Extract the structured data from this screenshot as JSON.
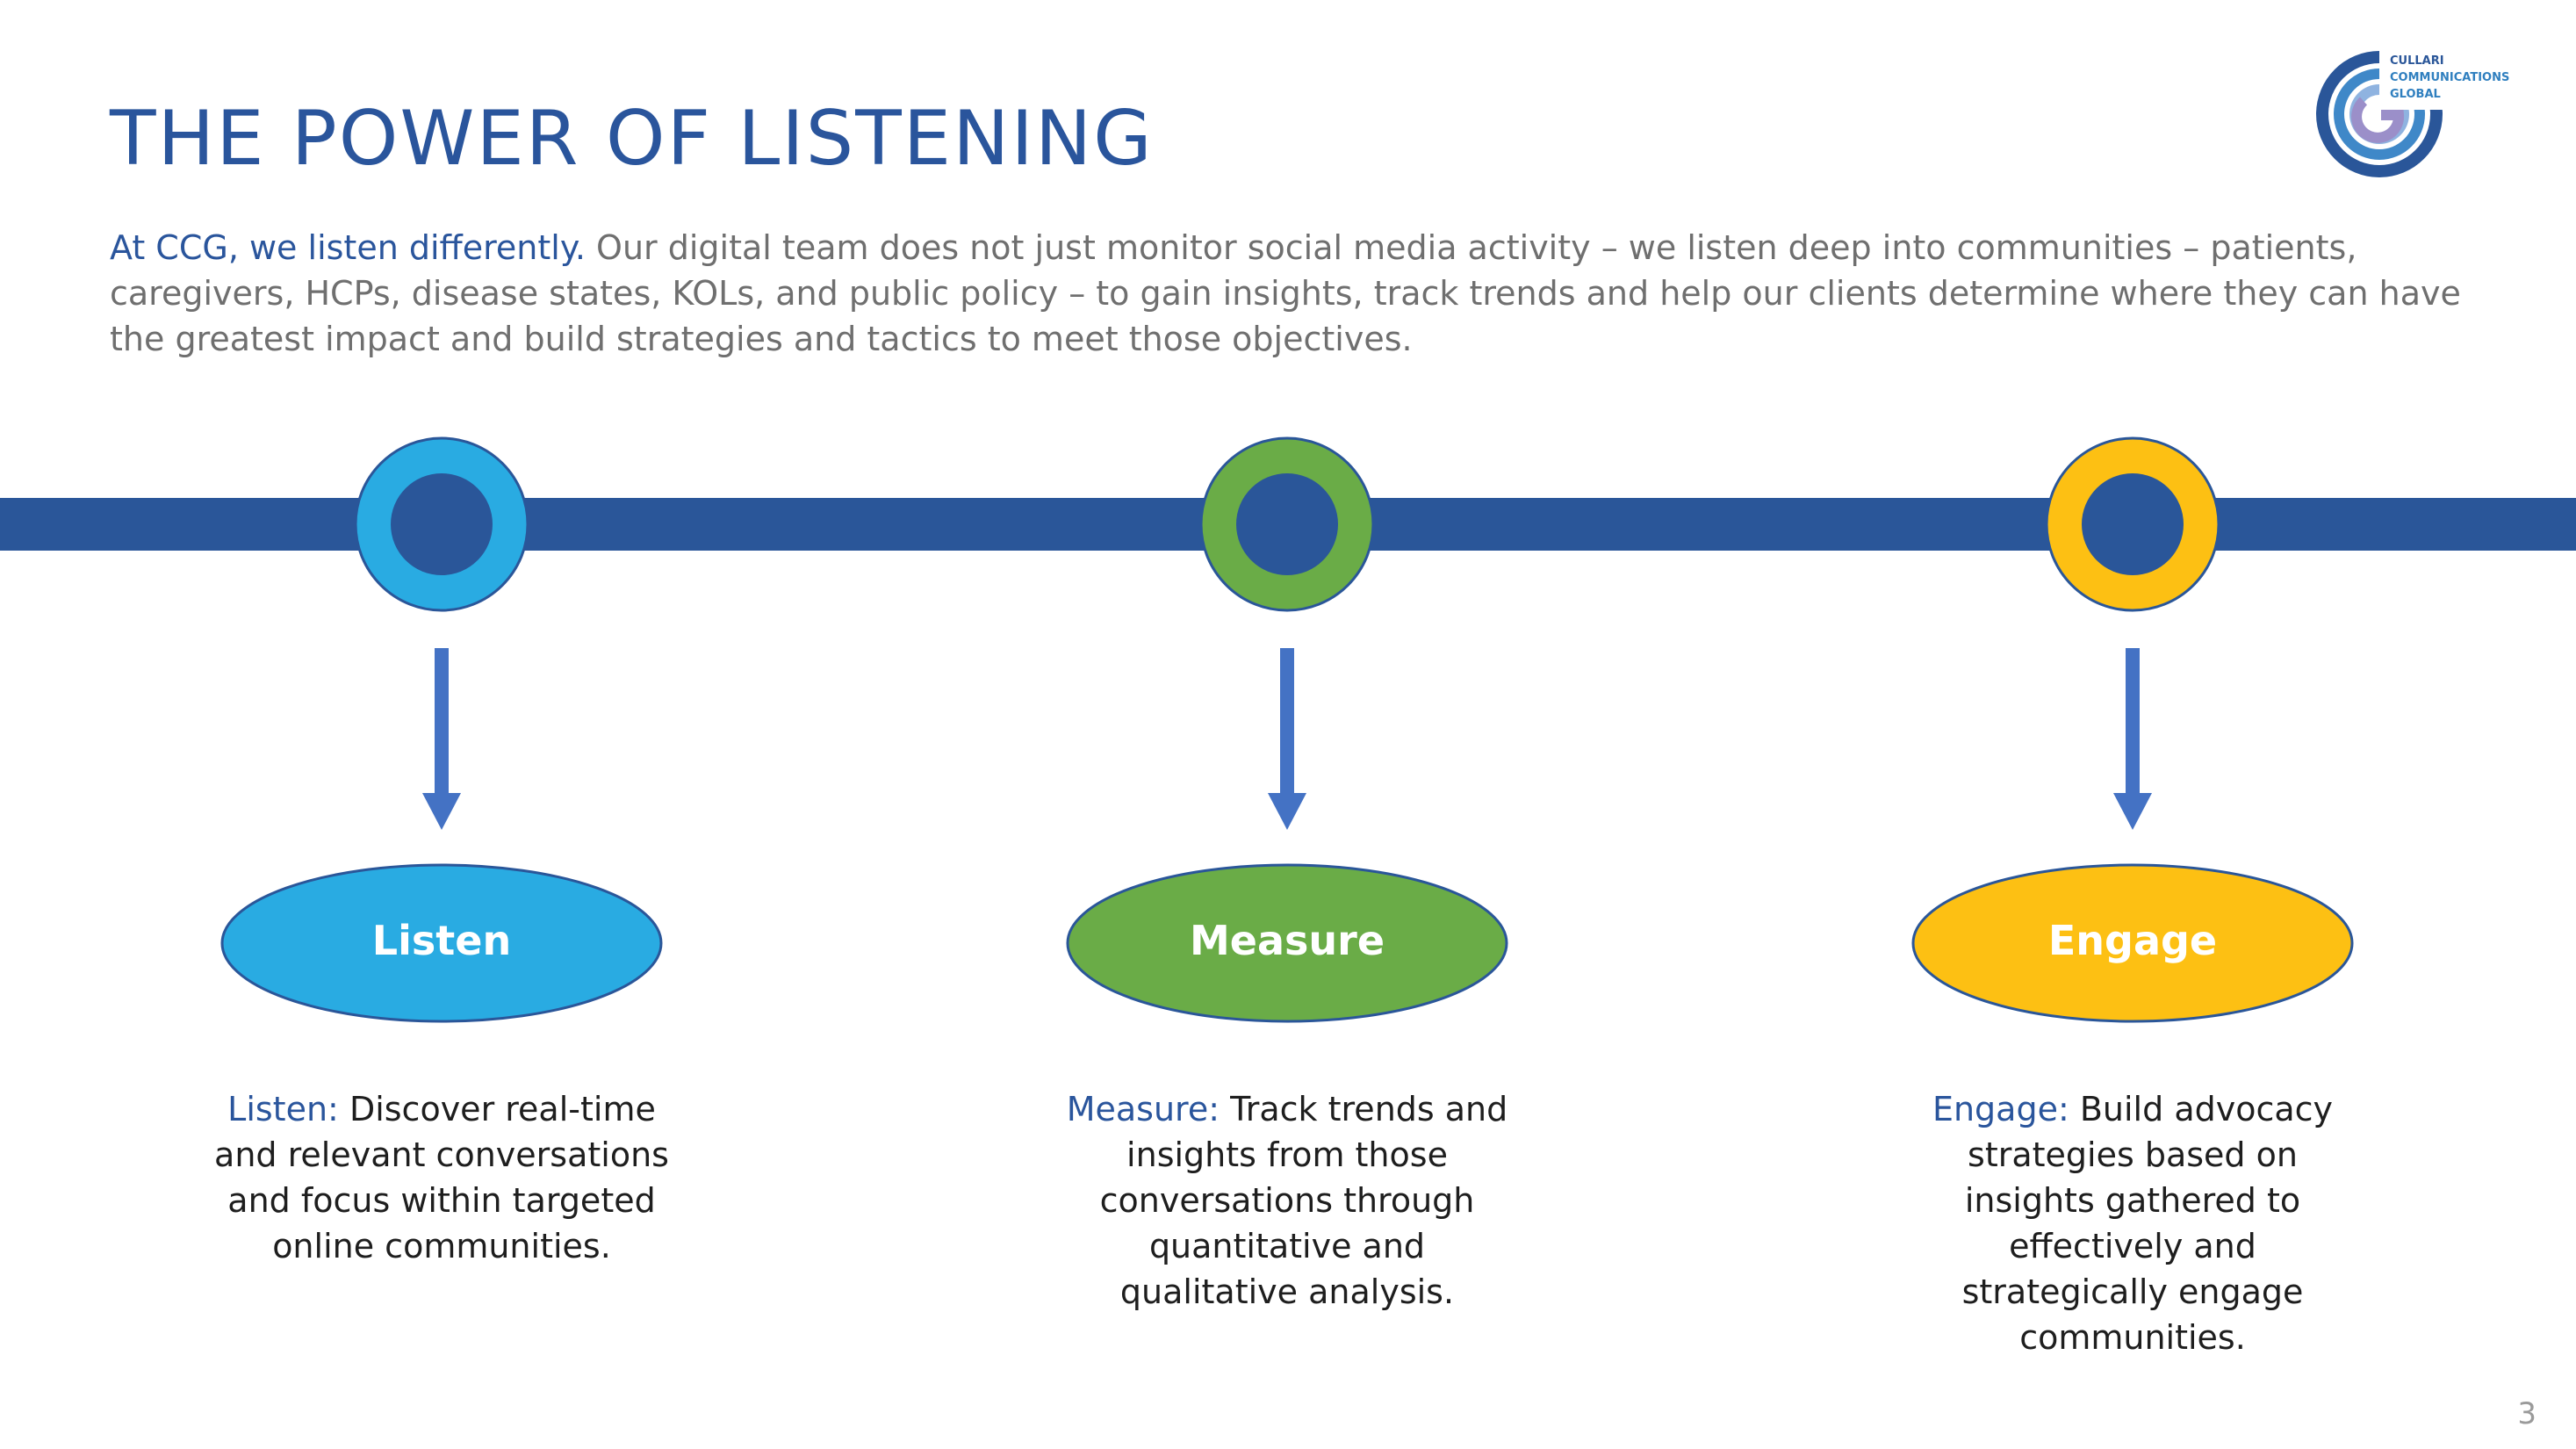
{
  "slide": {
    "title": "THE POWER OF LISTENING",
    "page_number": "3"
  },
  "logo": {
    "line1": "CULLARI",
    "line2": "COMMUNICATIONS",
    "line3": "GLOBAL"
  },
  "intro": {
    "lead": "At CCG, we listen differently.",
    "body": " Our digital team does not just monitor social media activity – we listen deep into communities – patients, caregivers, HCPs, disease states, KOLs, and public policy – to gain insights, track trends and help our clients determine where they can have the greatest impact and build strategies and tactics to meet those objectives."
  },
  "steps": [
    {
      "name": "Listen",
      "color": "#29abe2",
      "desc_label": "Listen:",
      "desc_text": " Discover real-time and relevant conversations and focus within targeted online communities."
    },
    {
      "name": "Measure",
      "color": "#6aac47",
      "desc_label": "Measure:",
      "desc_text": " Track trends and insights from those conversations through quantitative and qualitative analysis."
    },
    {
      "name": "Engage",
      "color": "#fdc013",
      "desc_label": "Engage:",
      "desc_text": " Build advocacy strategies based on insights gathered to effectively and strategically engage communities."
    }
  ],
  "colors": {
    "timeline": "#2a5699",
    "arrow": "#4472c4",
    "title": "#2a559c"
  }
}
